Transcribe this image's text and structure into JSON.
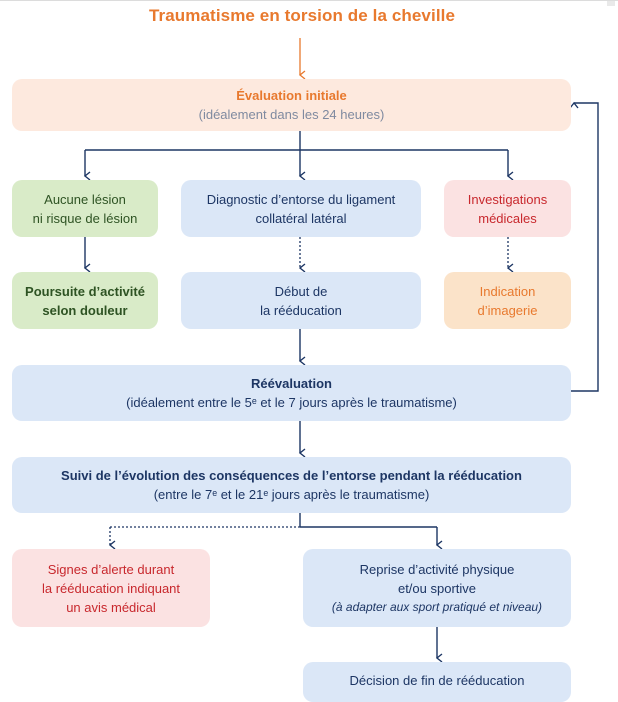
{
  "title": "Traumatisme en torsion de la cheville",
  "colors": {
    "orange": "#e8792e",
    "navy": "#1d3664",
    "red": "#c8282d",
    "green_text": "#2e5323",
    "box_orange": "#fde9de",
    "box_blue": "#dbe7f7",
    "box_green": "#d9ebc8",
    "box_pink": "#fbe2e2",
    "box_beige": "#fbe3c9"
  },
  "evaluation": {
    "title": "Évaluation initiale",
    "subtitle": "(idéalement dans les 24 heures)"
  },
  "branches": {
    "left": {
      "line1": "Aucune lésion",
      "line2": "ni risque de lésion"
    },
    "middle": {
      "line1": "Diagnostic d’entorse du ligament",
      "line2": "collatéral latéral"
    },
    "right": {
      "line1": "Investigations",
      "line2": "médicales"
    }
  },
  "outcomes": {
    "left": {
      "line1": "Poursuite d’activité",
      "line2": "selon douleur"
    },
    "middle": {
      "line1": "Début de",
      "line2": "la rééducation"
    },
    "right": {
      "line1": "Indication",
      "line2": "d’imagerie"
    }
  },
  "reevaluation": {
    "title": "Réévaluation",
    "subtitle": "(idéalement entre le 5ᵉ et le 7 jours après le traumatisme)"
  },
  "suivi": {
    "title": "Suivi de l’évolution des conséquences de l’entorse pendant la rééducation",
    "subtitle": "(entre le 7ᵉ et le 21ᵉ jours après le traumatisme)"
  },
  "alerte": {
    "line1": "Signes d’alerte durant",
    "line2": "la rééducation indiquant",
    "line3": "un avis médical"
  },
  "reprise": {
    "line1": "Reprise d’activité physique",
    "line2": "et/ou sportive",
    "line3": "(à adapter aux sport pratiqué et niveau)"
  },
  "decision": {
    "label": "Décision de fin de rééducation"
  }
}
